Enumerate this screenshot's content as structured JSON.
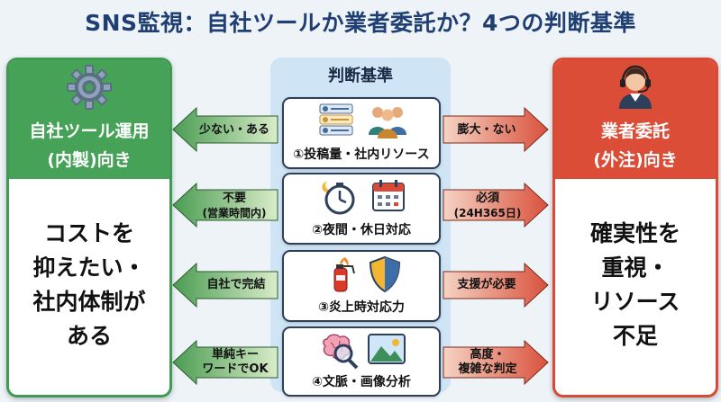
{
  "title": "SNS監視：自社ツールか業者委託か？4つの判断基準",
  "left": {
    "title_line1": "自社ツール運用",
    "title_line2": "(内製)向き",
    "icon": "gear-icon",
    "body_lines": [
      "コストを",
      "抑えたい・",
      "社内体制が",
      "ある"
    ],
    "color": "#45a257"
  },
  "right": {
    "title_line1": "業者委託",
    "title_line2": "(外注)向き",
    "icon": "headset-operator-icon",
    "body_lines": [
      "確実性を",
      "重視・",
      "リソース",
      "不足"
    ],
    "color": "#dc4d37"
  },
  "middle": {
    "title": "判断基準"
  },
  "criteria": [
    {
      "label": "①投稿量・社内リソース",
      "left_text": [
        "少ない・ある"
      ],
      "right_text": [
        "膨大・ない"
      ],
      "icons": [
        "profile-list-icon",
        "people-group-icon"
      ]
    },
    {
      "label": "②夜間・休日対応",
      "left_text": [
        "不要",
        "(営業時間内)"
      ],
      "right_text": [
        "必須",
        "(24H365日)"
      ],
      "icons": [
        "moon-clock-icon",
        "calendar-icon"
      ]
    },
    {
      "label": "③炎上時対応力",
      "left_text": [
        "自社で完結"
      ],
      "right_text": [
        "支援が必要"
      ],
      "icons": [
        "fire-extinguisher-icon",
        "shield-icon"
      ]
    },
    {
      "label": "④文脈・画像分析",
      "left_text": [
        "単純キー",
        "ワードでOK"
      ],
      "right_text": [
        "高度・",
        "複雑な判定"
      ],
      "icons": [
        "brain-magnifier-icon",
        "image-icon"
      ]
    }
  ]
}
